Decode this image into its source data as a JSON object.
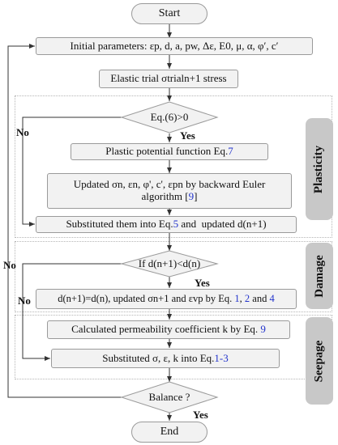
{
  "start": "Start",
  "end": "End",
  "initial_params": "Initial parameters: εp, d, a, pw, Δε, E0, μ, α, φ′, c′",
  "elastic_trial": "Elastic trial σtrialn+1 stress",
  "decision_plastic": "Eq.(6)>0",
  "plastic_potential": {
    "text": "Plastic potential function Eq. ",
    "ref": "7"
  },
  "updated_stress": {
    "line1": "Updated σn, εn, φ', c', εpn by backward Euler",
    "line2_text": "algorithm [",
    "ref": "9",
    "line2_end": "]"
  },
  "substituted_eq5": {
    "text": "Substituted them into Eq.",
    "ref": "5",
    "tail": " and  updated d(n+1)"
  },
  "decision_damage": "If d(n+1)<d(n)",
  "damage_update": {
    "text": "d(n+1)=d(n), updated σn+1 and εvp by Eq. ",
    "ref1": "1",
    "sep1": ", ",
    "ref2": "2",
    "sep2": " and ",
    "ref3": "4"
  },
  "permeability": {
    "text": "Calculated permeability coefficient k by Eq. ",
    "ref": "9"
  },
  "substituted_final": {
    "text": "Substituted σ, ε, k into Eq.",
    "ref": "1-3"
  },
  "decision_balance": "Balance ?",
  "yes_label": "Yes",
  "no_label": "No",
  "sections": [
    "Plasticity",
    "Damage",
    "Seepage"
  ],
  "colors": {
    "box_fill": "#f2f2f2",
    "box_border": "#9a9a9a",
    "tab_fill": "#c8c8c8",
    "ref_blue": "#2233cc",
    "line": "#333333"
  }
}
